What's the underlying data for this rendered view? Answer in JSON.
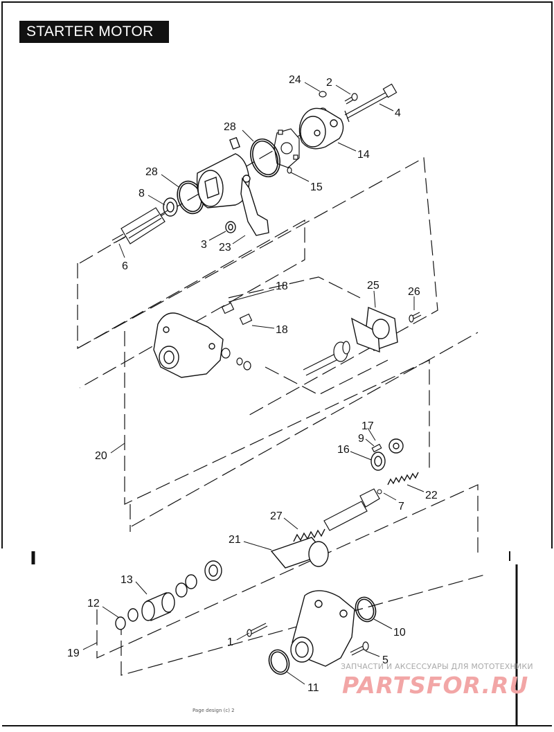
{
  "title": "STARTER MOTOR",
  "callouts": [
    {
      "id": "c24",
      "label": "24"
    },
    {
      "id": "c2",
      "label": "2"
    },
    {
      "id": "c4",
      "label": "4"
    },
    {
      "id": "c14",
      "label": "14"
    },
    {
      "id": "c28a",
      "label": "28"
    },
    {
      "id": "c28b",
      "label": "28"
    },
    {
      "id": "c8",
      "label": "8"
    },
    {
      "id": "c15",
      "label": "15"
    },
    {
      "id": "c3",
      "label": "3"
    },
    {
      "id": "c23",
      "label": "23"
    },
    {
      "id": "c6",
      "label": "6"
    },
    {
      "id": "c18a",
      "label": "18"
    },
    {
      "id": "c25",
      "label": "25"
    },
    {
      "id": "c26",
      "label": "26"
    },
    {
      "id": "c18b",
      "label": "18"
    },
    {
      "id": "c20",
      "label": "20"
    },
    {
      "id": "c17",
      "label": "17"
    },
    {
      "id": "c9",
      "label": "9"
    },
    {
      "id": "c16",
      "label": "16"
    },
    {
      "id": "c22",
      "label": "22"
    },
    {
      "id": "c7",
      "label": "7"
    },
    {
      "id": "c27",
      "label": "27"
    },
    {
      "id": "c21",
      "label": "21"
    },
    {
      "id": "c13",
      "label": "13"
    },
    {
      "id": "c12",
      "label": "12"
    },
    {
      "id": "c19",
      "label": "19"
    },
    {
      "id": "c1",
      "label": "1"
    },
    {
      "id": "c10",
      "label": "10"
    },
    {
      "id": "c5",
      "label": "5"
    },
    {
      "id": "c11",
      "label": "11"
    }
  ],
  "watermark": {
    "line1": "ЗАПЧАСТИ И АКСЕССУАРЫ ДЛЯ МОТОТЕХНИКИ",
    "logo": "PARTSFOR.RU"
  },
  "footer": "Page design (c) 2",
  "colors": {
    "ink": "#111111",
    "watermark_gray": "#a9a9a9",
    "watermark_red": "#f2a6a6"
  }
}
